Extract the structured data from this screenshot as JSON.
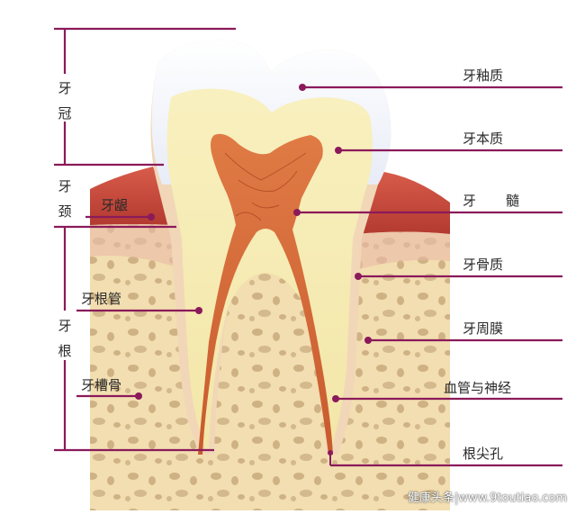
{
  "labels": {
    "crown": "牙冠",
    "neck": "牙颈",
    "root": "牙根",
    "enamel": "牙釉质",
    "dentin": "牙本质",
    "pulp_tooth": "牙",
    "pulp_marrow": "髓",
    "gum": "牙龈",
    "cementum": "牙骨质",
    "root_canal": "牙根管",
    "periodontal_membrane": "牙周膜",
    "alveolar_bone": "牙槽骨",
    "vessels_nerves": "血管与神经",
    "apical_foramen": "根尖孔"
  },
  "watermark": "健康头条|www.9toutiao.com",
  "colors": {
    "leader_line": "#8b1a5a",
    "bracket_line": "#8b1a5a",
    "enamel": "#f4f6fb",
    "dentin": "#f6efb8",
    "pulp": "#d9703e",
    "gum": "#c44a3c",
    "bone": "#f2dfb0",
    "bone_hole": "#c7a97a"
  }
}
